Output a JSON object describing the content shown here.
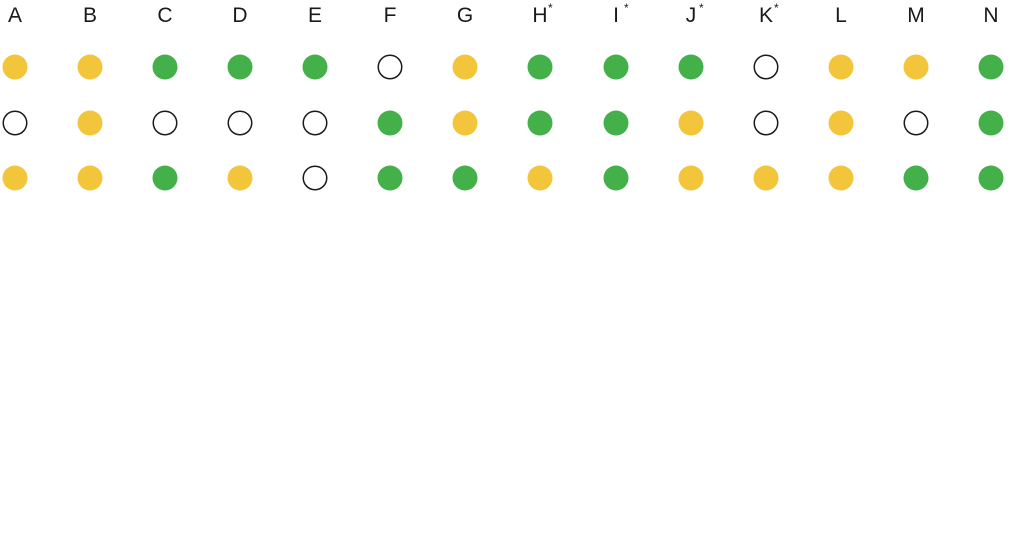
{
  "chart_data": {
    "type": "table",
    "columns": [
      {
        "label": "A",
        "marker": ""
      },
      {
        "label": "B",
        "marker": ""
      },
      {
        "label": "C",
        "marker": ""
      },
      {
        "label": "D",
        "marker": ""
      },
      {
        "label": "E",
        "marker": ""
      },
      {
        "label": "F",
        "marker": ""
      },
      {
        "label": "G",
        "marker": ""
      },
      {
        "label": "H",
        "marker": "*"
      },
      {
        "label": "I",
        "marker": "*"
      },
      {
        "label": "J",
        "marker": "*"
      },
      {
        "label": "K",
        "marker": "*"
      },
      {
        "label": "L",
        "marker": ""
      },
      {
        "label": "M",
        "marker": ""
      },
      {
        "label": "N",
        "marker": ""
      }
    ],
    "rows": [
      [
        "yellow",
        "yellow",
        "green",
        "green",
        "green",
        "empty",
        "yellow",
        "green",
        "green",
        "green",
        "empty",
        "yellow",
        "yellow",
        "green"
      ],
      [
        "empty",
        "yellow",
        "empty",
        "empty",
        "empty",
        "green",
        "yellow",
        "green",
        "green",
        "yellow",
        "empty",
        "yellow",
        "empty",
        "green"
      ],
      [
        "yellow",
        "yellow",
        "green",
        "yellow",
        "empty",
        "green",
        "green",
        "yellow",
        "green",
        "yellow",
        "yellow",
        "yellow",
        "green",
        "green"
      ]
    ],
    "status_colors": {
      "green": "#43b04a",
      "yellow": "#f2c53a",
      "empty": "#ffffff"
    },
    "outline_color": "#1a1a1a"
  }
}
